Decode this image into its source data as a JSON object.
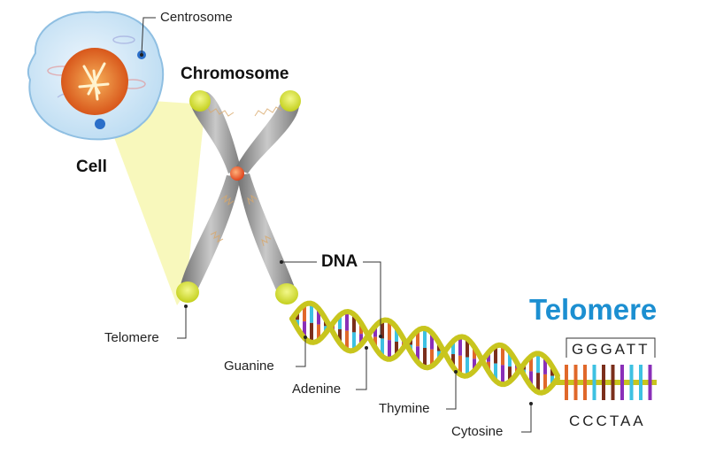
{
  "labels": {
    "centrosome": "Centrosome",
    "chromosome": "Chromosome",
    "cell": "Cell",
    "dna": "DNA",
    "telomere_small": "Telomere",
    "guanine": "Guanine",
    "adenine": "Adenine",
    "thymine": "Thymine",
    "cytosine": "Cytosine",
    "telomere_title": "Telomere",
    "seq_top": "GGGATT",
    "seq_bottom": "CCCTAA"
  },
  "colors": {
    "title_blue": "#1c8fd1",
    "cell_fill": "#dcecf9",
    "nucleus": "#e8762a",
    "chromosome_gray": "#8c8c8c",
    "telomere_yellow": "#d9e62a",
    "highlight": "#f6f6a6",
    "backbone": "#c8c51e",
    "base_colors": [
      "#7b2f1c",
      "#e0682a",
      "#3ec1e2",
      "#8a2fb8"
    ]
  }
}
